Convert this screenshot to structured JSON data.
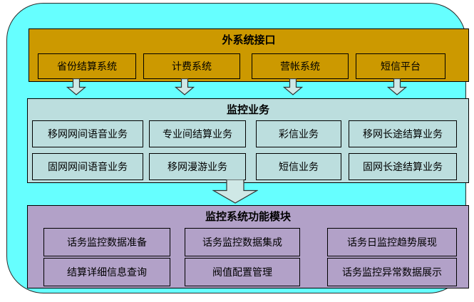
{
  "colors": {
    "page_background": "#ffffff",
    "canvas_fill": "#66ffff",
    "external_section_fill": "#cc9900",
    "monitoring_section_fill": "#bcdede",
    "modules_section_fill": "#b2a1c8",
    "arrow_fill": "#cfe8e6",
    "border": "#000000"
  },
  "sections": {
    "external": {
      "title": "外系统接口",
      "items": [
        "省份结算系统",
        "计费系统",
        "营帐系统",
        "短信平台"
      ]
    },
    "monitoring": {
      "title": "监控业务",
      "rows": [
        [
          "移网网间语音业务",
          "专业间结算业务",
          "彩信业务",
          "移网长途结算业务"
        ],
        [
          "固网网间语音业务",
          "移网漫游业务",
          "短信业务",
          "固网长途结算业务"
        ]
      ]
    },
    "modules": {
      "title": "监控系统功能模块",
      "rows": [
        [
          "话务监控数据准备",
          "话务监控数据集成",
          "话务日监控趋势展现"
        ],
        [
          "结算详细信息查询",
          "阀值配置管理",
          "话务监控异常数据展示"
        ]
      ]
    }
  }
}
